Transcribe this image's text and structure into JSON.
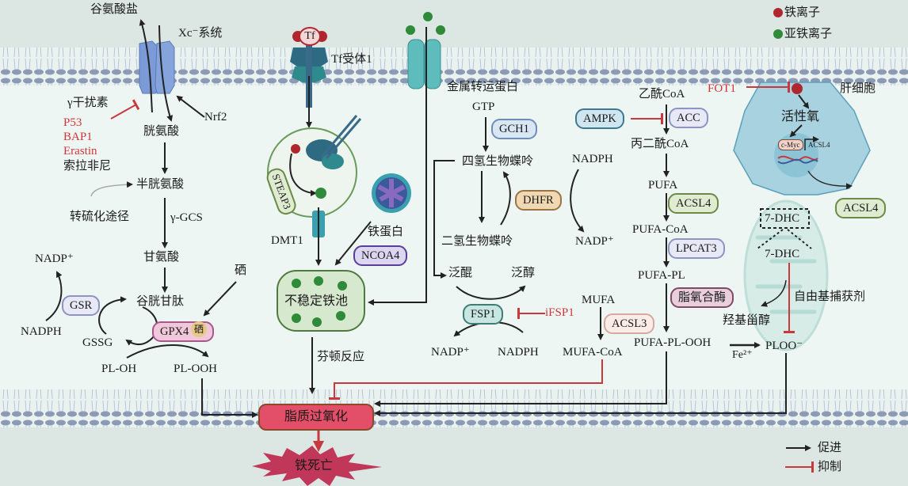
{
  "legend": {
    "ferric_ion": "铁离子",
    "ferrous_ion": "亚铁离子",
    "promote": "促进",
    "inhibit": "抑制",
    "colors": {
      "ferric": "#b0262f",
      "ferrous": "#2f8a3a",
      "promote": "#222222",
      "inhibit": "#c8383c"
    }
  },
  "system_xc": {
    "glutamate": "谷氨酸盐",
    "label": "Xc⁻系统",
    "cystine": "胱氨酸",
    "nrf2": "Nrf2",
    "inhibitors": [
      "γ干扰素",
      "P53",
      "BAP1",
      "Erastin",
      "索拉非尼"
    ],
    "cysteine": "半胱氨酸",
    "transsulfuration": "转硫化途径",
    "gcs": "γ-GCS",
    "glycine": "甘氨酸",
    "glutathione": "谷胱甘肽",
    "selenium": "硒",
    "gpx4": "GPX4",
    "gpx4_cofactor": "硒",
    "gsr": "GSR",
    "nadp": "NADP⁺",
    "nadph": "NADPH",
    "gssg": "GSSG",
    "pl_oh": "PL-OH",
    "pl_ooh": "PL-OOH"
  },
  "iron": {
    "tf": "Tf",
    "tf_receptor": "Tf受体1",
    "steap3": "STEAP3",
    "dmt1": "DMT1",
    "ferritin": "铁蛋白",
    "ncoa4": "NCOA4",
    "labile_pool": "不稳定铁池",
    "fenton": "芬顿反应",
    "transporter": "金属转运蛋白"
  },
  "bh4": {
    "gtp": "GTP",
    "gch1": "GCH1",
    "bh4": "四氢生物蝶呤",
    "bh2": "二氢生物蝶呤",
    "dhfr": "DHFR",
    "nadph": "NADPH",
    "nadp": "NADP⁺"
  },
  "fsp1": {
    "ubiquinone": "泛醌",
    "ubiquinol": "泛醇",
    "fsp1": "FSP1",
    "ifsp1": "iFSP1",
    "nadp": "NADP⁺",
    "nadph": "NADPH"
  },
  "lipid": {
    "acetyl_coa": "乙酰CoA",
    "ampk": "AMPK",
    "acc": "ACC",
    "malonyl_coa": "丙二酰CoA",
    "pufa": "PUFA",
    "acsl4": "ACSL4",
    "pufa_coa": "PUFA-CoA",
    "lpcat3": "LPCAT3",
    "pufa_pl": "PUFA-PL",
    "lox": "脂氧合酶",
    "pufa_pl_ooh": "PUFA-PL-OOH",
    "fe2": "Fe²⁺",
    "ploo": "PLOO⁻",
    "mufa": "MUFA",
    "acsl3": "ACSL3",
    "mufa_coa": "MUFA-CoA"
  },
  "hepatocyte": {
    "fot1": "FOT1",
    "label": "肝细胞",
    "ros": "活性氧",
    "cmyc": "c-Myc",
    "acsl4_gene": "ACSL4",
    "acsl4_out": "ACSL4"
  },
  "mito": {
    "dhc_box": "7-DHC",
    "dhc": "7-DHC",
    "scavenger": "自由基捕获剂",
    "oxysterol": "羟基甾醇"
  },
  "outcome": {
    "lipid_peroxidation": "脂质过氧化",
    "ferroptosis": "铁死亡"
  }
}
